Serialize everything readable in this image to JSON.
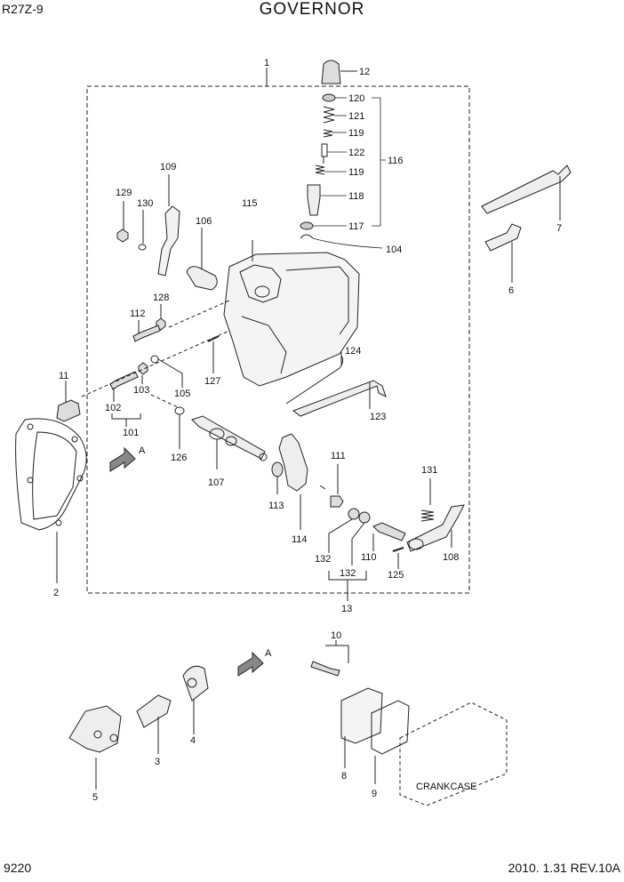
{
  "header": {
    "model": "R27Z-9",
    "title": "GOVERNOR"
  },
  "footer": {
    "page": "9220",
    "revision": "2010. 1.31  REV.10A"
  },
  "arrow_label": "A",
  "crankcase_label": "CRANKCASE",
  "part_numbers": {
    "p1": "1",
    "p2": "2",
    "p3": "3",
    "p4": "4",
    "p5": "5",
    "p6": "6",
    "p7": "7",
    "p8": "8",
    "p9": "9",
    "p10": "10",
    "p11": "11",
    "p12": "12",
    "p13": "13",
    "p101": "101",
    "p102": "102",
    "p103": "103",
    "p104": "104",
    "p105": "105",
    "p106": "106",
    "p107": "107",
    "p108": "108",
    "p109": "109",
    "p110": "110",
    "p111": "111",
    "p112": "112",
    "p113": "113",
    "p114": "114",
    "p115": "115",
    "p116": "116",
    "p117": "117",
    "p118": "118",
    "p119a": "119",
    "p119b": "119",
    "p120": "120",
    "p121": "121",
    "p122": "122",
    "p123": "123",
    "p124": "124",
    "p125": "125",
    "p126": "126",
    "p127": "127",
    "p128": "128",
    "p129": "129",
    "p130": "130",
    "p131": "131",
    "p132a": "132",
    "p132b": "132"
  }
}
